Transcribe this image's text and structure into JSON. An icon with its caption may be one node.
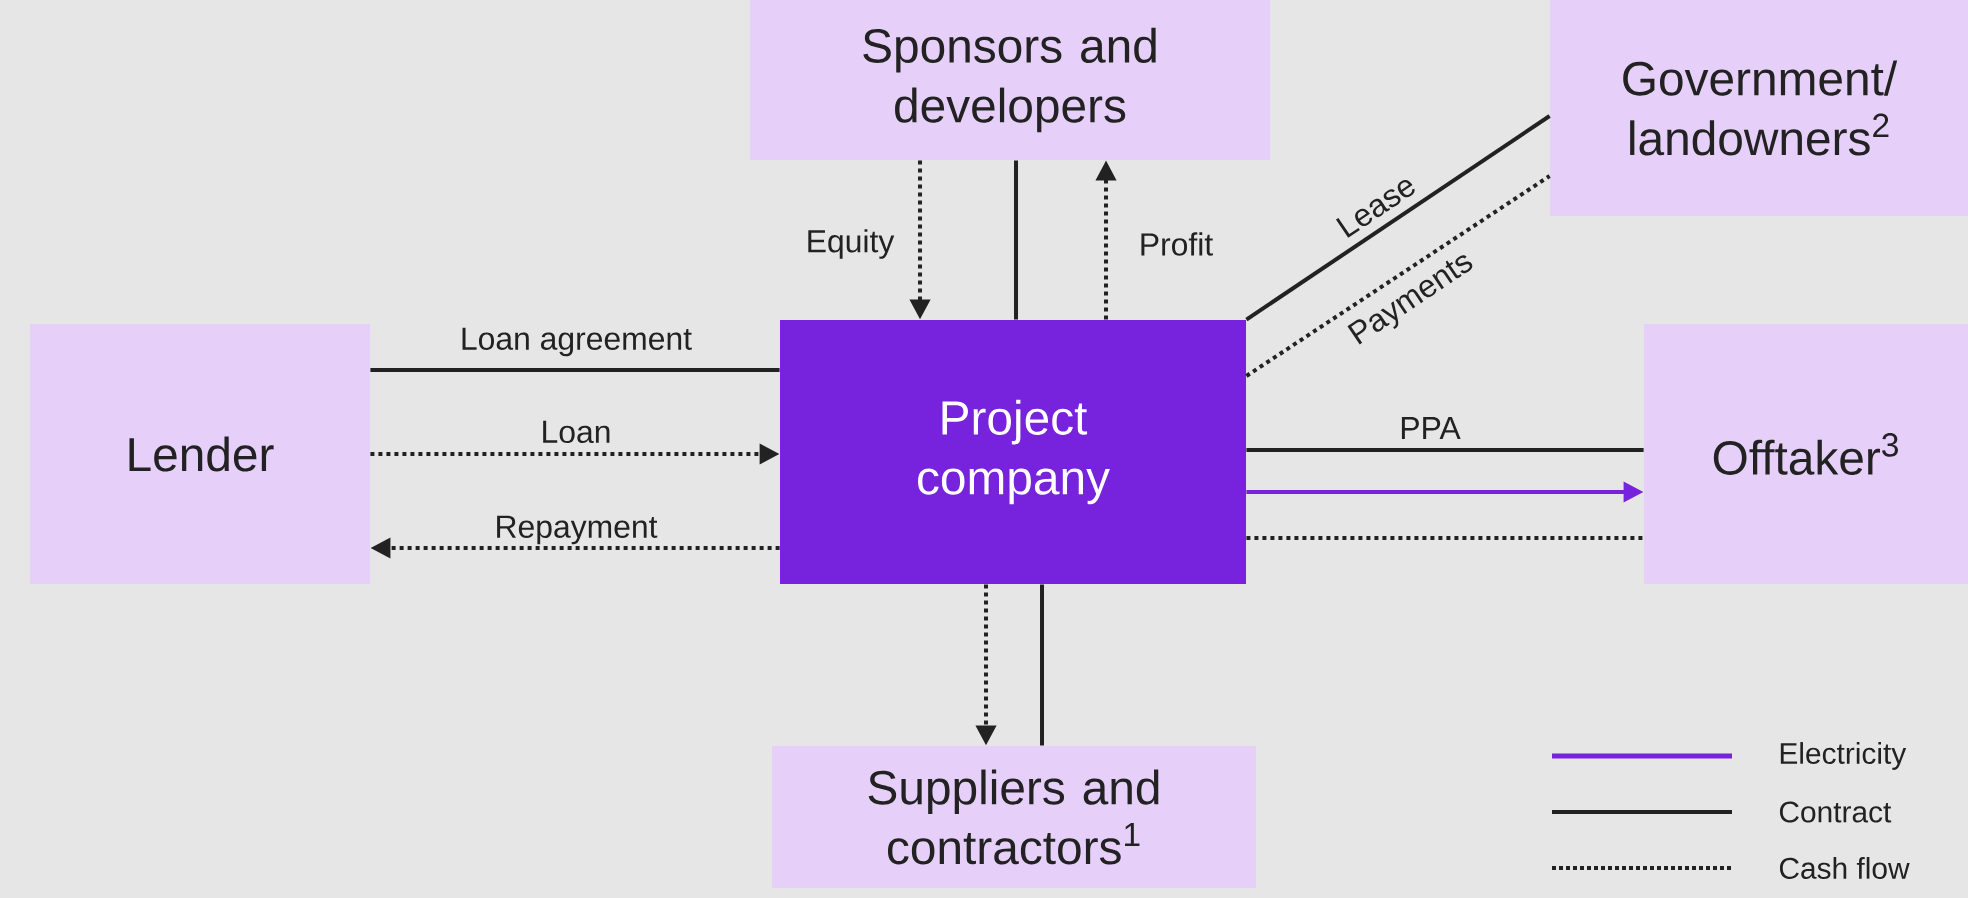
{
  "diagram": {
    "nodes": [
      {
        "text": [
          "Sponsors and developers"
        ]
      },
      {
        "text": [
          "Government/ landowners$^{2}$"
        ]
      },
      {
        "text": [
          "Lender"
        ]
      },
      {
        "text": [
          "Project company"
        ]
      },
      {
        "text": [
          "Offtaker$^{3}$"
        ]
      },
      {
        "text": [
          "Suppliers and contractors$^{1}$"
        ]
      }
    ],
    "edges": [
      {
        "from": 0,
        "to": 3,
        "arrow": "to",
        "label": "Equity",
        "style": "dashed"
      },
      {
        "from": 0,
        "to": 3,
        "arrow": "none"
      },
      {
        "from": 3,
        "to": 0,
        "arrow": "to",
        "label": "Profit",
        "style": "dashed"
      },
      {
        "from": 3,
        "to": 1,
        "arrow": "none",
        "label": "Lease"
      },
      {
        "from": 3,
        "to": 1,
        "arrow": "none",
        "label": "Payments",
        "style": "dashed"
      },
      {
        "from": 2,
        "to": 3,
        "arrow": "none",
        "label": "Loan agreement"
      },
      {
        "from": 2,
        "to": 3,
        "arrow": "to",
        "label": "Loan",
        "style": "dashed"
      },
      {
        "from": 3,
        "to": 2,
        "arrow": "to",
        "label": "Repayment",
        "style": "dashed"
      },
      {
        "from": 3,
        "to": 4,
        "arrow": "none",
        "label": "PPA"
      },
      {
        "from": 3,
        "to": 4,
        "arrow": "to",
        "color": "#7722dd"
      },
      {
        "from": 3,
        "to": 4,
        "arrow": "none",
        "style": "dashed"
      },
      {
        "from": 3,
        "to": 5,
        "arrow": "to",
        "style": "dashed"
      },
      {
        "from": 3,
        "to": 5,
        "arrow": "none"
      }
    ],
    "legend": [
      {
        "text": "Electricity",
        "color": "#7722dd"
      },
      {
        "text": "Contract"
      },
      {
        "text": "Cash flow"
      }
    ]
  }
}
